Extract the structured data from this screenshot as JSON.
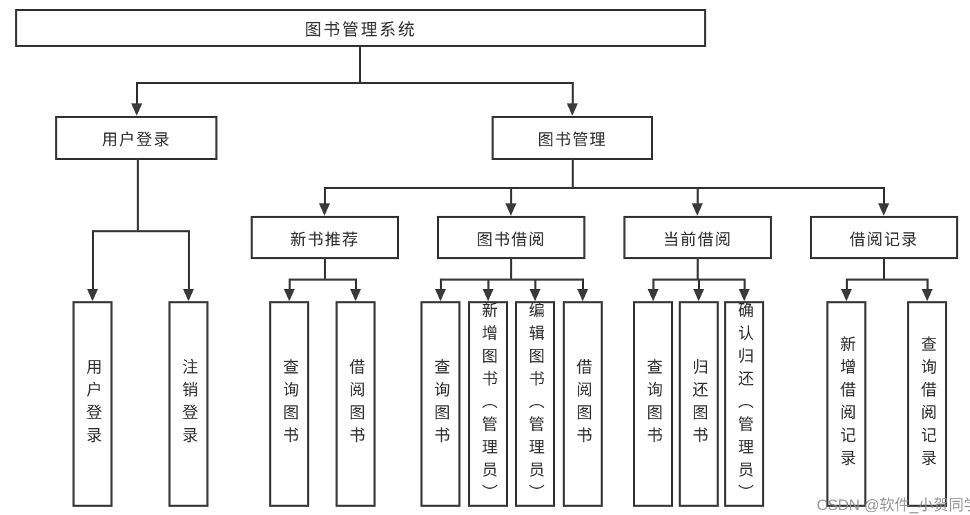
{
  "tree": {
    "root": {
      "label": "图书管理系统",
      "children": [
        {
          "label": "用户登录",
          "children": [
            {
              "label": "用户登录"
            },
            {
              "label": "注销登录"
            }
          ]
        },
        {
          "label": "图书管理",
          "children": [
            {
              "label": "新书推荐",
              "children": [
                {
                  "label": "查询图书"
                },
                {
                  "label": "借阅图书"
                }
              ]
            },
            {
              "label": "图书借阅",
              "children": [
                {
                  "label": "查询图书"
                },
                {
                  "label": "新增图书（管理员）"
                },
                {
                  "label": "编辑图书（管理员）"
                },
                {
                  "label": "借阅图书"
                }
              ]
            },
            {
              "label": "当前借阅",
              "children": [
                {
                  "label": "查询图书"
                },
                {
                  "label": "归还图书"
                },
                {
                  "label": "确认归还（管理员）"
                }
              ]
            },
            {
              "label": "借阅记录",
              "children": [
                {
                  "label": "新增借阅记录"
                },
                {
                  "label": "查询借阅记录"
                }
              ]
            }
          ]
        }
      ]
    }
  },
  "watermark": {
    "text": "CSDN @软件_小贺同学"
  },
  "colors": {
    "line": "#3a3a3a",
    "text": "#2e2e2e",
    "watermark": "#8c8c8c",
    "background": "#ffffff"
  }
}
